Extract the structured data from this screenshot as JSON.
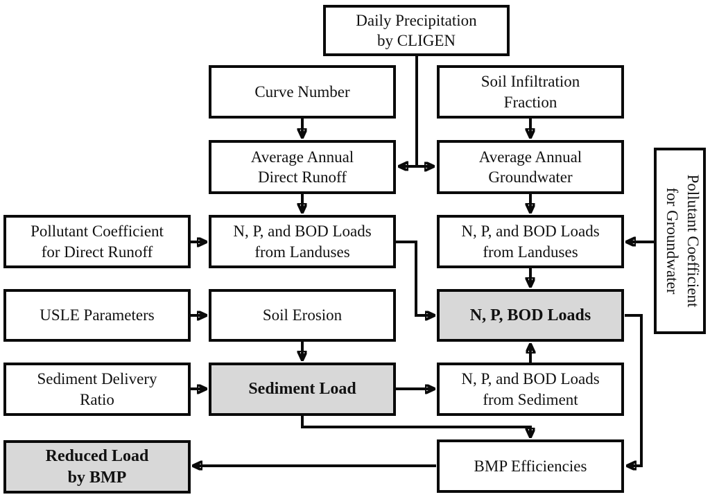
{
  "diagram": {
    "type": "flowchart",
    "nodes": {
      "daily_precipitation": {
        "label": "Daily Precipitation\nby CLIGEN",
        "shaded": false
      },
      "curve_number": {
        "label": "Curve Number",
        "shaded": false
      },
      "soil_infiltration": {
        "label": "Soil Infiltration\nFraction",
        "shaded": false
      },
      "avg_direct_runoff": {
        "label": "Average Annual\nDirect Runoff",
        "shaded": false
      },
      "avg_groundwater": {
        "label": "Average Annual\nGroundwater",
        "shaded": false
      },
      "pollutant_direct_runoff": {
        "label": "Pollutant Coefficient\nfor Direct Runoff",
        "shaded": false
      },
      "loads_landuses_runoff": {
        "label": "N, P, and BOD Loads\nfrom Landuses",
        "shaded": false
      },
      "loads_landuses_gw": {
        "label": "N, P, and BOD Loads\nfrom Landuses",
        "shaded": false
      },
      "usle_parameters": {
        "label": "USLE Parameters",
        "shaded": false
      },
      "soil_erosion": {
        "label": "Soil Erosion",
        "shaded": false
      },
      "np_bod_loads": {
        "label": "N, P, BOD Loads",
        "shaded": true
      },
      "sediment_delivery_ratio": {
        "label": "Sediment Delivery\nRatio",
        "shaded": false
      },
      "sediment_load": {
        "label": "Sediment Load",
        "shaded": true
      },
      "loads_sediment": {
        "label": "N, P, and BOD Loads\nfrom Sediment",
        "shaded": false
      },
      "reduced_load_bmp": {
        "label": "Reduced Load\nby BMP",
        "shaded": true
      },
      "bmp_efficiencies": {
        "label": "BMP Efficiencies",
        "shaded": false
      },
      "pollutant_groundwater": {
        "label": "Pollutant Coefficient\nfor Groundwater",
        "shaded": false,
        "orientation": "rotated-90deg"
      }
    },
    "edges": [
      {
        "from": "daily_precipitation",
        "to": "avg_direct_runoff",
        "style": "arrow"
      },
      {
        "from": "daily_precipitation",
        "to": "avg_groundwater",
        "style": "arrow"
      },
      {
        "from": "curve_number",
        "to": "avg_direct_runoff",
        "style": "arrow"
      },
      {
        "from": "soil_infiltration",
        "to": "avg_groundwater",
        "style": "arrow"
      },
      {
        "from": "avg_direct_runoff",
        "to": "loads_landuses_runoff",
        "style": "arrow"
      },
      {
        "from": "avg_groundwater",
        "to": "loads_landuses_gw",
        "style": "arrow"
      },
      {
        "from": "pollutant_direct_runoff",
        "to": "loads_landuses_runoff",
        "style": "arrow"
      },
      {
        "from": "pollutant_groundwater",
        "to": "loads_landuses_gw",
        "style": "arrow"
      },
      {
        "from": "loads_landuses_runoff",
        "to": "np_bod_loads",
        "style": "elbow-arrow"
      },
      {
        "from": "loads_landuses_gw",
        "to": "np_bod_loads",
        "style": "arrow"
      },
      {
        "from": "usle_parameters",
        "to": "soil_erosion",
        "style": "arrow"
      },
      {
        "from": "soil_erosion",
        "to": "sediment_load",
        "style": "arrow"
      },
      {
        "from": "sediment_delivery_ratio",
        "to": "sediment_load",
        "style": "arrow"
      },
      {
        "from": "sediment_load",
        "to": "loads_sediment",
        "style": "arrow"
      },
      {
        "from": "loads_sediment",
        "to": "np_bod_loads",
        "style": "arrow"
      },
      {
        "from": "sediment_load",
        "to": "bmp_efficiencies",
        "style": "elbow-arrow"
      },
      {
        "from": "np_bod_loads",
        "to": "bmp_efficiencies",
        "style": "elbow-arrow"
      },
      {
        "from": "bmp_efficiencies",
        "to": "reduced_load_bmp",
        "style": "arrow"
      }
    ],
    "colors": {
      "line": "#0a0a0a",
      "box_fill": "#ffffff",
      "shaded_fill": "#d8d8d8",
      "text": "#111111",
      "background": "#ffffff"
    }
  }
}
